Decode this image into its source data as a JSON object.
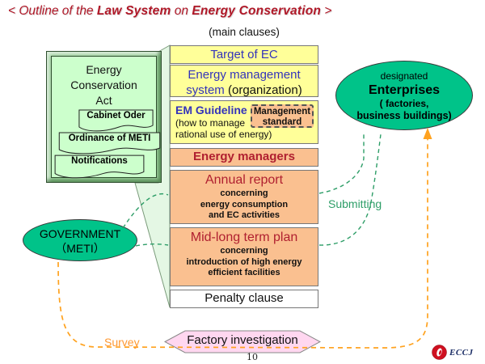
{
  "title": {
    "seg1": "< Outline of the ",
    "seg2": "Law System",
    "seg3": " on ",
    "seg4": "Energy Conservation",
    "seg5": " >"
  },
  "main_clauses_label": "(main clauses)",
  "act": {
    "title": "Energy\nConservation\nAct",
    "documents": [
      {
        "label": "Cabinet Oder"
      },
      {
        "label": "Ordinance of METI"
      },
      {
        "label": "Notifications"
      }
    ]
  },
  "clauses": {
    "target": {
      "label": "Target of EC"
    },
    "ems": {
      "line1": "Energy management",
      "line2_blue": "system ",
      "line2_black": "(organization)"
    },
    "em_guideline": {
      "title": "EM Guideline",
      "desc_line1": "(how to manage",
      "desc_line2": "rational use of energy)",
      "standard_label": "Management standard"
    },
    "energy_managers": {
      "label": "Energy managers"
    },
    "annual_report": {
      "title": "Annual report",
      "lines": [
        "concerning",
        "energy consumption",
        "and EC activities"
      ]
    },
    "mid_long_plan": {
      "title": "Mid-long term plan",
      "lines": [
        "concerning",
        "introduction of high energy",
        "efficient facilities"
      ]
    },
    "penalty": {
      "label": "Penalty clause"
    }
  },
  "enterprises": {
    "line1": "designated",
    "line2": "Enterprises",
    "line3": "( factories,",
    "line4": "business buildings)"
  },
  "government": {
    "line1": "GOVERNMENT",
    "line2": "（METI）"
  },
  "connectors": {
    "submitting_label": "Submitting",
    "survey_label": "Survey"
  },
  "factory_investigation": {
    "label": "Factory investigation"
  },
  "footer": {
    "page_number": "10",
    "logo_text": "ECCJ"
  },
  "colors": {
    "title_red": "#b01828",
    "clause_yellow": "#ffff99",
    "clause_orange": "#fac090",
    "act_green": "#ccffcc",
    "funnel_green": "#e4f7e4",
    "ellipse_teal": "#00c389",
    "hexagon_pink": "#ffd7f0",
    "blue_text": "#3333bb",
    "red_text": "#b02030",
    "green_connector": "#2e9e68",
    "orange_connector": "#ffa21f"
  }
}
